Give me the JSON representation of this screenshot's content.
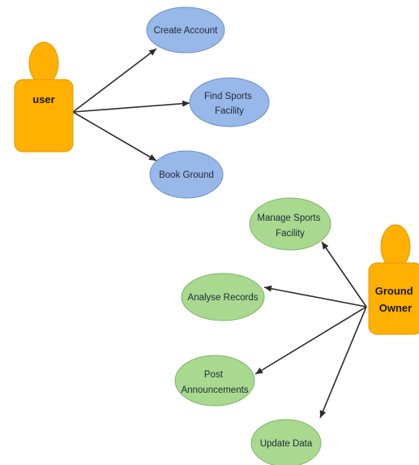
{
  "diagram": {
    "colors": {
      "actor_fill": "#FFB000",
      "actor_stroke": "#E39A00",
      "blue_fill": "#97B8E8",
      "blue_stroke": "#6A8FCC",
      "green_fill": "#A8D98E",
      "green_stroke": "#7FB56A",
      "arrow": "#2b2b2b"
    },
    "actors": {
      "user": {
        "label": "user"
      },
      "owner": {
        "label_line1": "Ground",
        "label_line2": "Owner"
      }
    },
    "use_cases": {
      "create_account": {
        "label": "Create Account"
      },
      "find_sports_facility": {
        "line1": "Find Sports",
        "line2": "Facility"
      },
      "book_ground": {
        "label": "Book Ground"
      },
      "manage_sports_facility": {
        "line1": "Manage Sports",
        "line2": "Facility"
      },
      "analyse_records": {
        "label": "Analyse Records"
      },
      "post_announcements": {
        "line1": "Post",
        "line2": "Announcements"
      },
      "update_data": {
        "label": "Update Data"
      }
    }
  }
}
